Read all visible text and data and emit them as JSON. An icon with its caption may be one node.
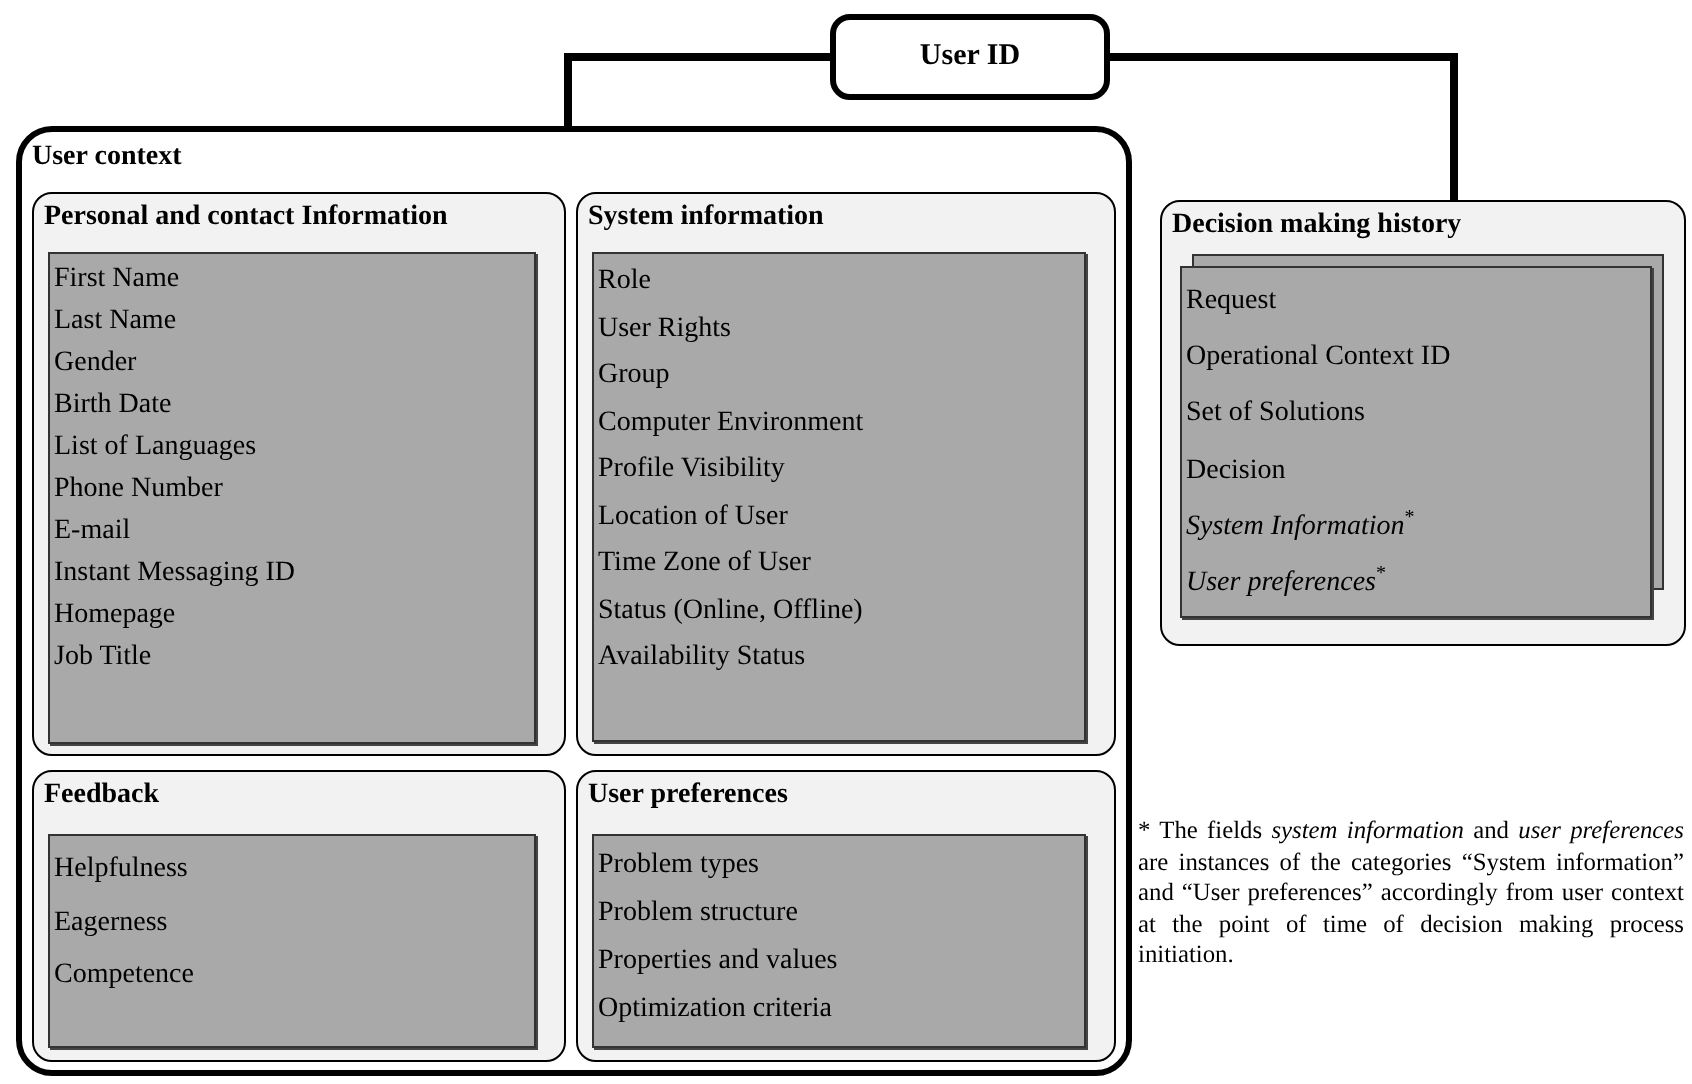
{
  "diagram": {
    "nodes": [
      {
        "text": [
          "User ID"
        ]
      },
      {
        "text": [
          "User context"
        ]
      },
      {
        "text": [
          "Personal and contact Information"
        ],
        "in": 1
      },
      {
        "text": [
          "First Name",
          "Last Name",
          "Gender",
          "Birth Date",
          "List of Languages",
          "Phone Number",
          "E-mail",
          "Instant Messaging ID",
          "Homepage",
          "Job Title"
        ],
        "in": 2
      },
      {
        "text": [
          "System information"
        ],
        "in": 1
      },
      {
        "text": [
          "Role",
          "User Rights",
          "Group",
          "Computer Environment",
          "Profile Visibility",
          "Location of User",
          "Time Zone of User",
          "Status (Online, Offline)",
          "Availability Status"
        ],
        "in": 4
      },
      {
        "text": [
          "Feedback"
        ],
        "in": 1
      },
      {
        "text": [
          "Helpfulness",
          "Eagerness",
          "Competence"
        ],
        "in": 6
      },
      {
        "text": [
          "User preferences"
        ],
        "in": 1
      },
      {
        "text": [
          "Problem types",
          "Problem structure",
          "Properties and values",
          "Optimization criteria"
        ],
        "in": 8
      },
      {
        "text": [
          "Decision making history"
        ]
      },
      {
        "text": [
          "Request",
          "Operational Context ID",
          "Set of Solutions",
          "Decision",
          "*System Information*$^{*}$",
          "*User preferences*$^{*}$"
        ],
        "in": 10
      }
    ],
    "edges": [
      {
        "from": 0,
        "to": 1,
        "arrow": "none"
      },
      {
        "from": 0,
        "to": 10,
        "arrow": "none"
      }
    ],
    "labels": [
      "* The fields *system information* and *user preferences* are instances of the categories “System information” and “User preferences” accordingly from user context at the point of time of decision making process initiation."
    ]
  }
}
